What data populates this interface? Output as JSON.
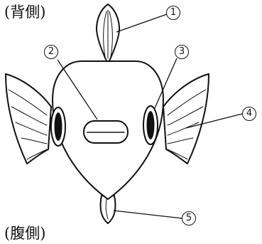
{
  "diagram": {
    "side_labels": {
      "top": "(背側)",
      "bottom": "(腹側)"
    },
    "parts": [
      {
        "number": "1",
        "icon": "dorsal-fin-icon"
      },
      {
        "number": "2",
        "icon": "mouth-icon"
      },
      {
        "number": "3",
        "icon": "eye-icon"
      },
      {
        "number": "4",
        "icon": "pectoral-fin-icon"
      },
      {
        "number": "5",
        "icon": "ventral-fin-icon"
      }
    ],
    "colors": {
      "line": "#111111",
      "background": "#ffffff"
    }
  }
}
